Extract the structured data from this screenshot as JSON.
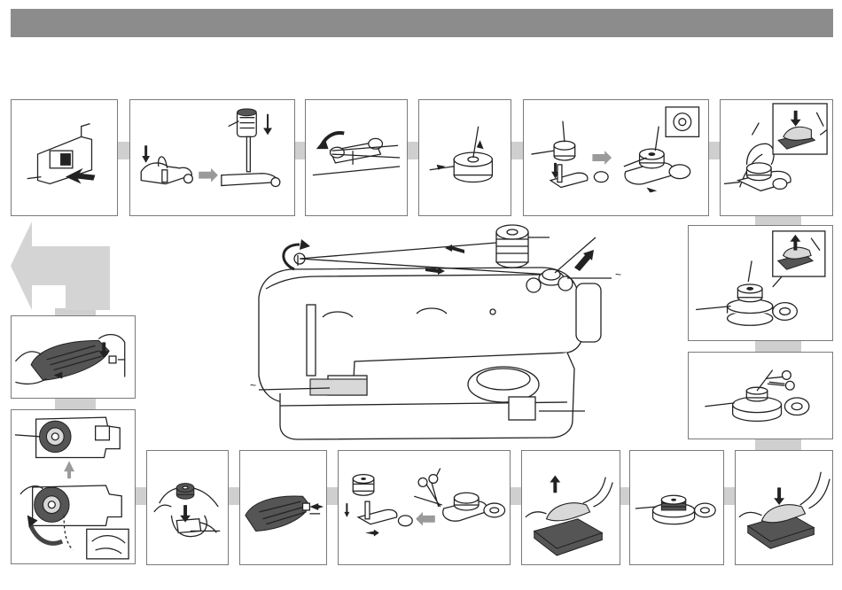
{
  "header": {
    "title": ""
  },
  "labels": {
    "tilde_right": "~",
    "tilde_left": "~"
  },
  "colors": {
    "header_bar": "#8c8c8c",
    "connector": "#cfcfcf",
    "arrow_gray": "#9a9a9a"
  },
  "steps": [
    {
      "id": 1,
      "subject": "power-switch"
    },
    {
      "id": 2,
      "subject": "spool-pin"
    },
    {
      "id": 3,
      "subject": "thread-guide"
    },
    {
      "id": 4,
      "subject": "bobbin-thread"
    },
    {
      "id": 5,
      "subject": "bobbin-winder"
    },
    {
      "id": 6,
      "subject": "foot-controller-press"
    },
    {
      "id": 7,
      "subject": "foot-controller-release"
    },
    {
      "id": 8,
      "subject": "cut-thread"
    },
    {
      "id": 9,
      "subject": "foot-controller-winding"
    },
    {
      "id": 10,
      "subject": "full-bobbin"
    },
    {
      "id": 11,
      "subject": "foot-controller-lift"
    },
    {
      "id": 12,
      "subject": "remove-bobbin"
    },
    {
      "id": 13,
      "subject": "cover-plate"
    },
    {
      "id": 14,
      "subject": "insert-bobbin"
    },
    {
      "id": 15,
      "subject": "bobbin-case"
    },
    {
      "id": 16,
      "subject": "slide-cover"
    }
  ]
}
